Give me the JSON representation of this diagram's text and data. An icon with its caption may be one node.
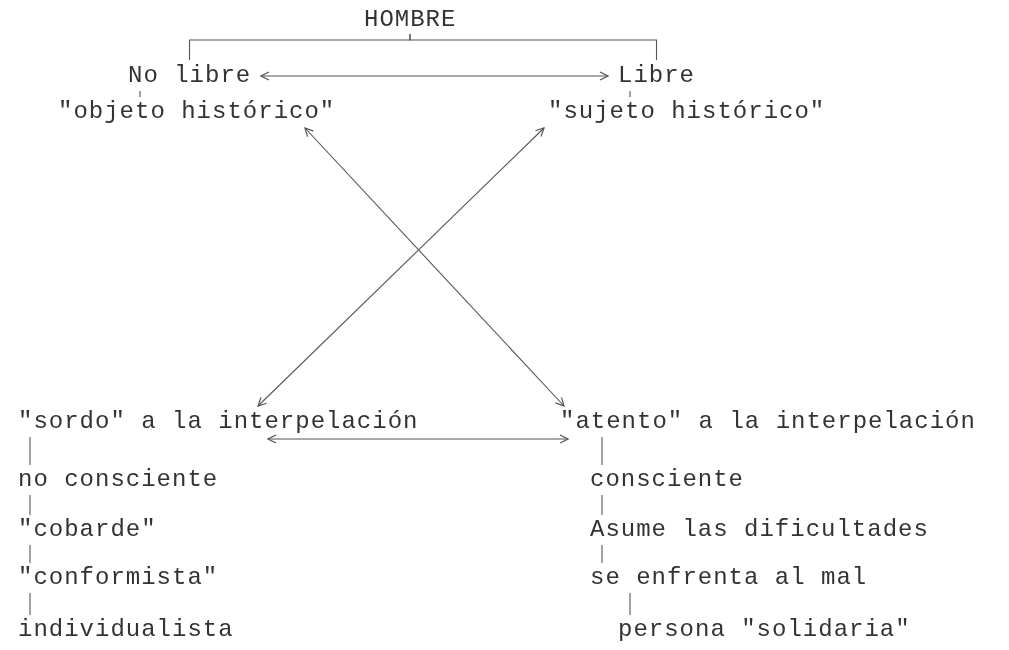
{
  "diagram": {
    "nodes": [
      {
        "text": [
          "HOMBRE"
        ]
      },
      {
        "text": [
          "No libre"
        ]
      },
      {
        "text": [
          "Libre"
        ]
      },
      {
        "text": [
          "\"objeto histórico\""
        ]
      },
      {
        "text": [
          "\"sujeto histórico\""
        ]
      },
      {
        "text": [
          "\"sordo\" a la interpelación"
        ]
      },
      {
        "text": [
          "no consciente"
        ]
      },
      {
        "text": [
          "\"cobarde\""
        ]
      },
      {
        "text": [
          "\"conformista\""
        ]
      },
      {
        "text": [
          "individualista"
        ]
      },
      {
        "text": [
          "\"atento\" a la interpelación"
        ]
      },
      {
        "text": [
          "consciente"
        ]
      },
      {
        "text": [
          "Asume las dificultades"
        ]
      },
      {
        "text": [
          "se enfrenta al mal"
        ]
      },
      {
        "text": [
          "persona \"solidaria\""
        ]
      }
    ],
    "edges": [
      {
        "from": 0,
        "to": 1,
        "arrow": "none"
      },
      {
        "from": 0,
        "to": 2,
        "arrow": "none"
      },
      {
        "from": 1,
        "to": 2,
        "arrow": "both"
      },
      {
        "from": 1,
        "to": 3,
        "arrow": "none"
      },
      {
        "from": 2,
        "to": 4,
        "arrow": "none"
      },
      {
        "from": 3,
        "to": 10,
        "arrow": "both"
      },
      {
        "from": 4,
        "to": 5,
        "arrow": "both"
      },
      {
        "from": 5,
        "to": 10,
        "arrow": "both"
      },
      {
        "from": 5,
        "to": 6,
        "arrow": "none"
      },
      {
        "from": 6,
        "to": 7,
        "arrow": "none"
      },
      {
        "from": 7,
        "to": 8,
        "arrow": "none"
      },
      {
        "from": 8,
        "to": 9,
        "arrow": "none"
      },
      {
        "from": 10,
        "to": 11,
        "arrow": "none"
      },
      {
        "from": 11,
        "to": 12,
        "arrow": "none"
      },
      {
        "from": 12,
        "to": 13,
        "arrow": "none"
      },
      {
        "from": 13,
        "to": 14,
        "arrow": "none"
      }
    ]
  }
}
